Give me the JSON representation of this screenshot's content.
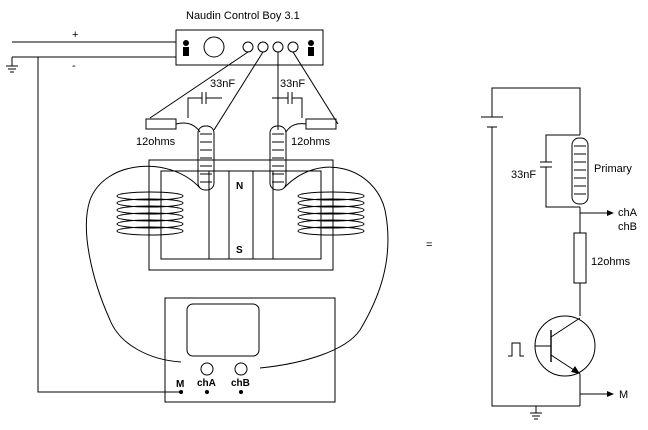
{
  "title": "Naudin Control Boy 3.1",
  "control_box": {
    "plus": "+",
    "minus": "-"
  },
  "labels": {
    "cap_left": "33nF",
    "cap_right": "33nF",
    "res_left": "12ohms",
    "res_right": "12ohms",
    "magnet_n": "N",
    "magnet_s": "S",
    "equals": "="
  },
  "scope": {
    "m": "M",
    "cha": "chA",
    "chb": "chB"
  },
  "schematic": {
    "cap": "33nF",
    "primary": "Primary",
    "cha": "chA",
    "chb": "chB",
    "resistor": "12ohms",
    "m": "M"
  },
  "colors": {
    "line": "#000000",
    "background": "#ffffff"
  }
}
